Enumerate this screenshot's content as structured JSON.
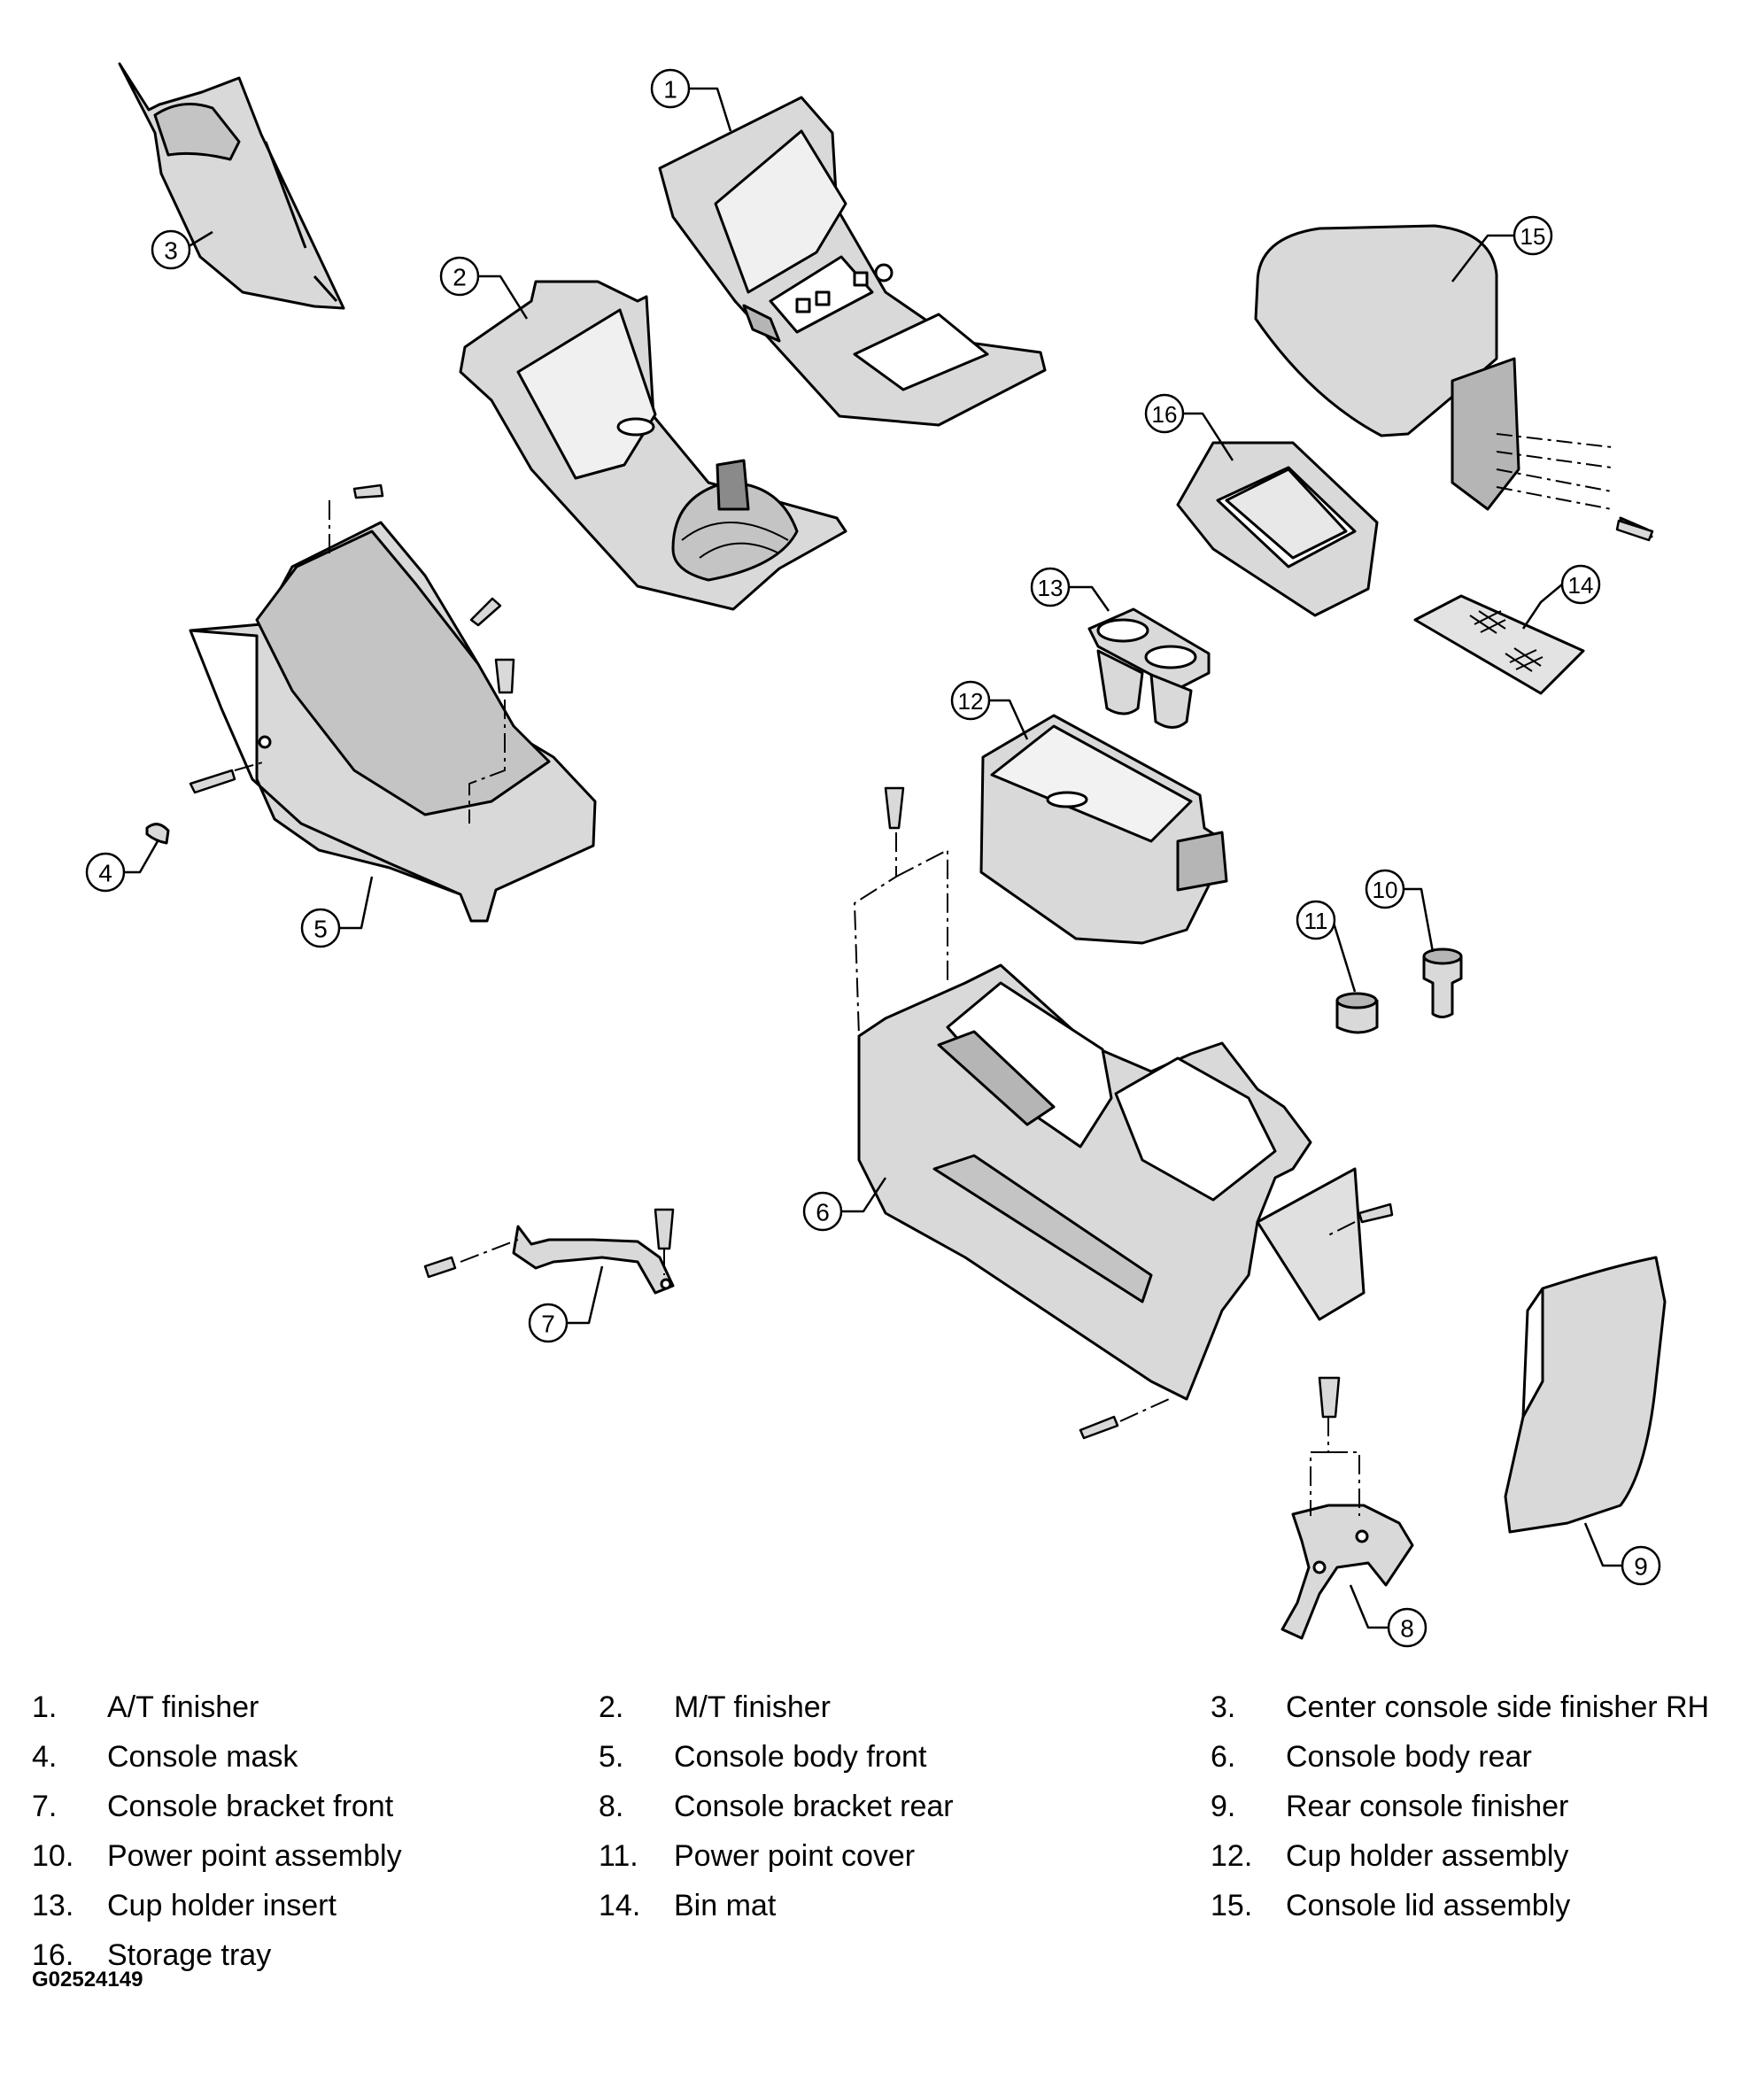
{
  "callouts": [
    "1",
    "2",
    "3",
    "4",
    "5",
    "6",
    "7",
    "8",
    "9",
    "10",
    "11",
    "12",
    "13",
    "14",
    "15",
    "16"
  ],
  "legend": [
    {
      "num": "1.",
      "text": "A/T finisher"
    },
    {
      "num": "2.",
      "text": "M/T finisher"
    },
    {
      "num": "3.",
      "text": "Center console side finisher RH"
    },
    {
      "num": "4.",
      "text": "Console mask"
    },
    {
      "num": "5.",
      "text": "Console body front"
    },
    {
      "num": "6.",
      "text": "Console body rear"
    },
    {
      "num": "7.",
      "text": "Console bracket front"
    },
    {
      "num": "8.",
      "text": "Console bracket rear"
    },
    {
      "num": "9.",
      "text": "Rear console finisher"
    },
    {
      "num": "10.",
      "text": "Power point assembly"
    },
    {
      "num": "11.",
      "text": "Power point cover"
    },
    {
      "num": "12.",
      "text": "Cup holder assembly"
    },
    {
      "num": "13.",
      "text": "Cup holder insert"
    },
    {
      "num": "14.",
      "text": "Bin mat"
    },
    {
      "num": "15.",
      "text": "Console lid assembly"
    },
    {
      "num": "16.",
      "text": "Storage tray"
    }
  ],
  "figure_code": "G02524149",
  "colors": {
    "line": "#000000",
    "part_fill": "#d9d9d9",
    "part_fill_dark": "#b5b5b5",
    "background": "#ffffff"
  }
}
